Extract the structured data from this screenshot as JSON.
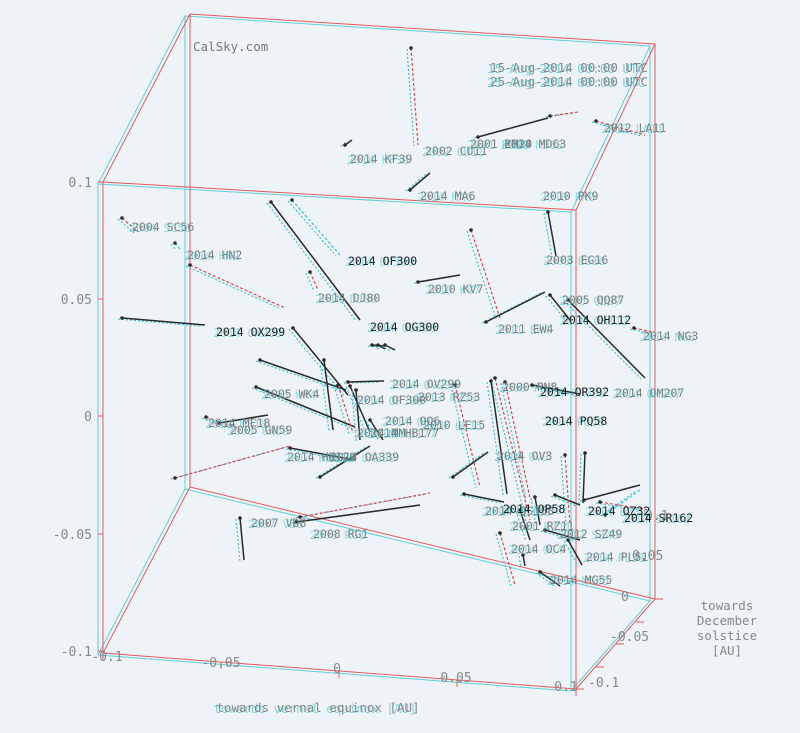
{
  "watermark": "CalSky.com",
  "date_start": "15-Aug-2014 00:00 UTC",
  "date_end": "25-Aug-2014 00:00 UTC",
  "axis_x_label": "towards vernal equinox [AU]",
  "axis_y_label_line1": "towards",
  "axis_y_label_line2": "December",
  "axis_y_label_line3": "solstice",
  "axis_y_label_line4": "[AU]",
  "z_ticks": [
    "0.1",
    "0.05",
    "0",
    "-0.05",
    "-0.1"
  ],
  "x_ticks": [
    "-0.1",
    "-0.05",
    "0",
    "0.05",
    "0.1"
  ],
  "y_ticks": [
    "-0.1",
    "-0.05",
    "0",
    "0.05",
    "0.1"
  ],
  "colors": {
    "red": "#e0484c",
    "cyan": "#3ec3d0",
    "dark": "#2a2a2a",
    "frame_red": "#e65a5a",
    "frame_cyan": "#5fcfd8",
    "label": "#7f7f7f"
  },
  "objects": [
    "2014 KF39",
    "2002 CU11",
    "2001 KM20",
    "2014 MD63",
    "2012 LA11",
    "2014 MA6",
    "2010 PK9",
    "2004 SC56",
    "2014 HN2",
    "2014 OF300",
    "2003 EG16",
    "2010 KV7",
    "2014 DJ80",
    "2005 QQ87",
    "2014 OX299",
    "2014 OG300",
    "2011 EW4",
    "2014 OH112",
    "2014 NG3",
    "2014 OV299",
    "2000 PN8",
    "2014 OR392",
    "2005 WK4",
    "2013 RZ53",
    "2014 OF300",
    "2014 OM207",
    "2014 PQ58",
    "2014 MF18",
    "2014 OQ6",
    "2005 GN59",
    "2010 LE15",
    "2014 MM",
    "2014 HB177",
    "2014 OV3",
    "2014 HK129",
    "2014 OA339",
    "2014 QS158",
    "2014 OP58",
    "2014 OZ32",
    "2014 SR162",
    "2007 VD8",
    "2001 RZ11",
    "2008 RG1",
    "2012 SZ49",
    "2014 OC4",
    "2014 PL51",
    "2014 MG55"
  ]
}
